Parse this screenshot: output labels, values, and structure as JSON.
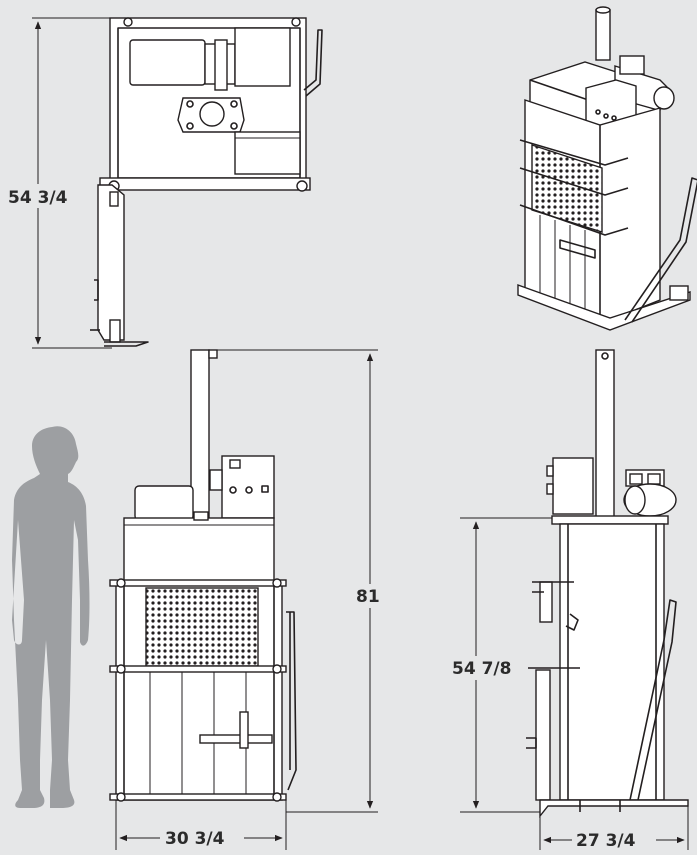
{
  "dimensions": {
    "top_view_depth": "54 3/4",
    "front_height": "81",
    "front_width": "30 3/4",
    "side_height": "54 7/8",
    "side_width": "27 3/4"
  },
  "colors": {
    "background": "#e6e7e8",
    "line": "#231f20",
    "silhouette": "#9d9fa2"
  }
}
